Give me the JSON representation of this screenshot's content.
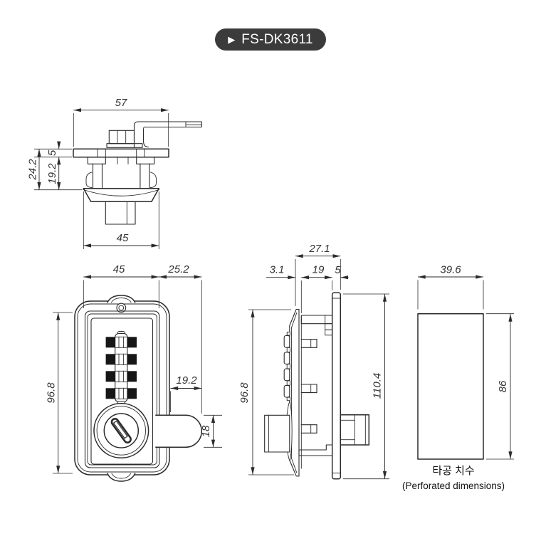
{
  "badge": {
    "play_icon": "▶",
    "model": "FS-DK3611"
  },
  "top_view": {
    "overall_width": "57",
    "total_height": "24.2",
    "body_height": "19.2",
    "flange_thickness": "5",
    "nut_width": "45"
  },
  "front_view": {
    "body_width": "45",
    "latch_extension": "25.2",
    "body_height": "96.8",
    "latch_length": "19.2",
    "latch_height": "18"
  },
  "side_view": {
    "total_depth": "27.1",
    "front_thickness": "3.1",
    "body_depth": "19",
    "plate_thickness": "5",
    "body_height": "96.8",
    "plate_height": "110.4"
  },
  "cutout": {
    "width": "39.6",
    "height": "86",
    "caption_ko": "타공 치수",
    "caption_en": "(Perforated dimensions)"
  },
  "colors": {
    "badge_bg": "#3b3b3b",
    "badge_text": "#ffffff",
    "line": "#2b2b2b",
    "dim_text": "#333333",
    "background": "#ffffff",
    "wheel_fill": "#161616"
  }
}
